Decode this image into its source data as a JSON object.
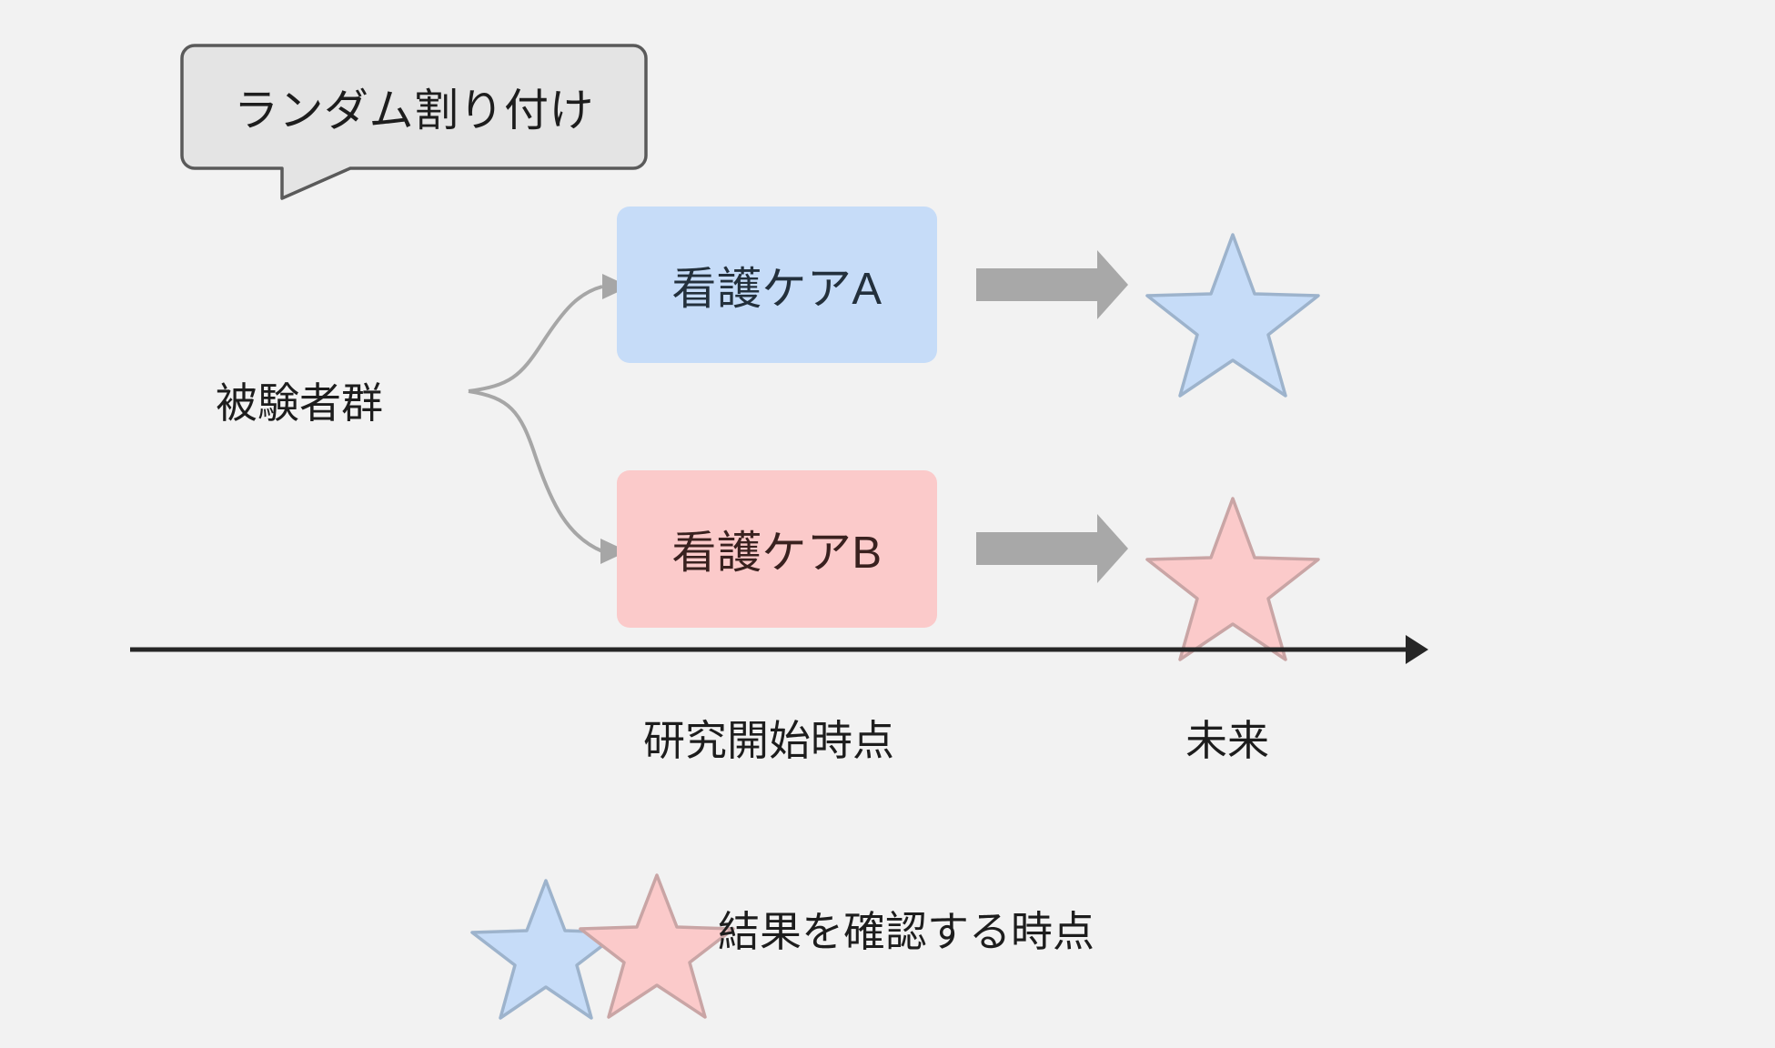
{
  "diagram": {
    "title_annotation": "ランダム割り付け",
    "cohort_label": "被験者群",
    "arms": [
      {
        "id": "arm-a",
        "label": "看護ケアA",
        "fill": "#c6dcf8",
        "text_color": "#23303c",
        "star_fill": "#c6dcf8",
        "star_stroke": "#9db3cc"
      },
      {
        "id": "arm-b",
        "label": "看護ケアB",
        "fill": "#fbcaca",
        "text_color": "#39211f",
        "star_fill": "#fbcaca",
        "star_stroke": "#c9a5a5"
      }
    ],
    "timeline": {
      "start_label": "研究開始時点",
      "end_label": "未来",
      "axis_color": "#262626"
    },
    "legend": {
      "text": "結果を確認する時点",
      "star_blue_fill": "#c6dcf8",
      "star_blue_stroke": "#9db3cc",
      "star_pink_fill": "#fbcaca",
      "star_pink_stroke": "#c9a5a5"
    },
    "colors": {
      "background": "#f2f2f2",
      "bubble_fill": "#e4e4e4",
      "bubble_stroke": "#5a5a5a",
      "branch_arrow": "#a6a6a6",
      "block_arrow": "#a8a8a8"
    }
  }
}
